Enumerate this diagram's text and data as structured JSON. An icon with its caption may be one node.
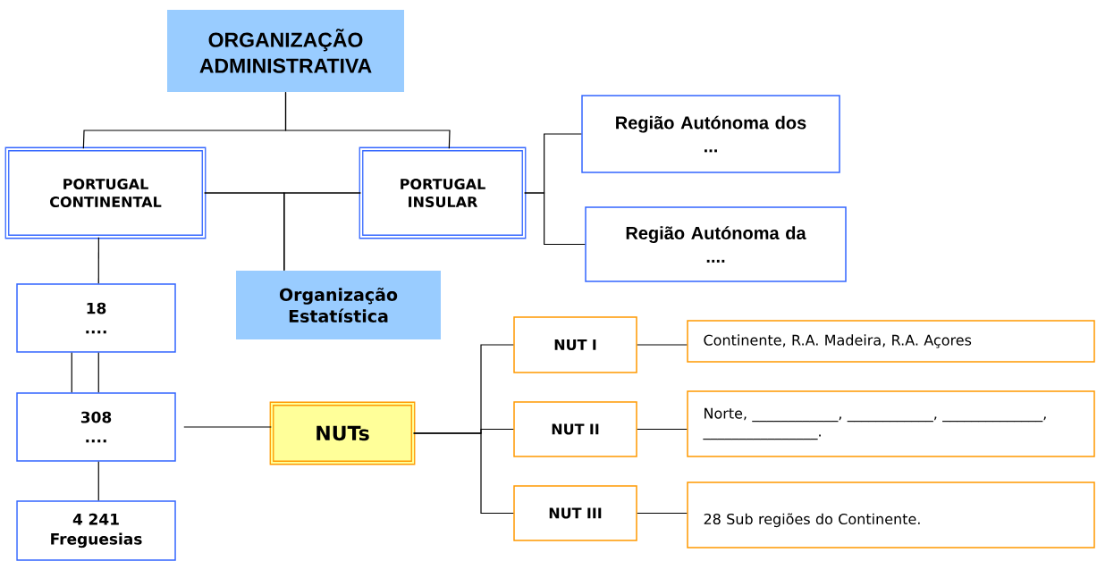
{
  "diagram": {
    "nodes": [
      {
        "text": [
          "ORGANIZAÇÃO ADMINISTRATIVA"
        ]
      },
      {
        "text": [
          "PORTUGAL CONTINENTAL"
        ]
      },
      {
        "text": [
          "PORTUGAL INSULAR"
        ]
      },
      {
        "text": [
          "Região Autónoma dos",
          "..."
        ]
      },
      {
        "text": [
          "Região Autónoma da",
          "...."
        ]
      },
      {
        "text": [
          "Organização Estatística"
        ]
      },
      {
        "text": [
          "18",
          "...."
        ]
      },
      {
        "text": [
          "308",
          "...."
        ]
      },
      {
        "text": [
          "4 241",
          "Freguesias"
        ]
      },
      {
        "text": [
          "NUTs"
        ]
      },
      {
        "text": [
          "NUT I"
        ]
      },
      {
        "text": [
          "NUT II"
        ]
      },
      {
        "text": [
          "NUT III"
        ]
      },
      {
        "text": [
          "Continente, R.A. Madeira, R.A. Açores"
        ]
      },
      {
        "text": [
          "Norte, ____________, ____________, ______________, ________________."
        ]
      },
      {
        "text": [
          "28 Sub regiões do Continente."
        ]
      }
    ],
    "edges": [
      {
        "from": 0,
        "to": 1,
        "arrow": "none"
      },
      {
        "from": 0,
        "to": 2,
        "arrow": "none"
      },
      {
        "from": 1,
        "to": 2,
        "arrow": "none"
      },
      {
        "from": 1,
        "to": 5,
        "arrow": "none"
      },
      {
        "from": 2,
        "to": 5,
        "arrow": "none"
      },
      {
        "from": 2,
        "to": 3,
        "arrow": "none"
      },
      {
        "from": 2,
        "to": 4,
        "arrow": "none"
      },
      {
        "from": 1,
        "to": 6,
        "arrow": "none"
      },
      {
        "from": 6,
        "to": 7,
        "arrow": "none"
      },
      {
        "from": 6,
        "to": 7,
        "arrow": "none"
      },
      {
        "from": 7,
        "to": 8,
        "arrow": "none"
      },
      {
        "from": 7,
        "to": 9,
        "arrow": "none"
      },
      {
        "from": 9,
        "to": 10,
        "arrow": "none"
      },
      {
        "from": 9,
        "to": 11,
        "arrow": "none"
      },
      {
        "from": 9,
        "to": 12,
        "arrow": "none"
      },
      {
        "from": 10,
        "to": 13,
        "arrow": "none"
      },
      {
        "from": 11,
        "to": 14,
        "arrow": "none"
      },
      {
        "from": 12,
        "to": 15,
        "arrow": "none"
      }
    ]
  }
}
